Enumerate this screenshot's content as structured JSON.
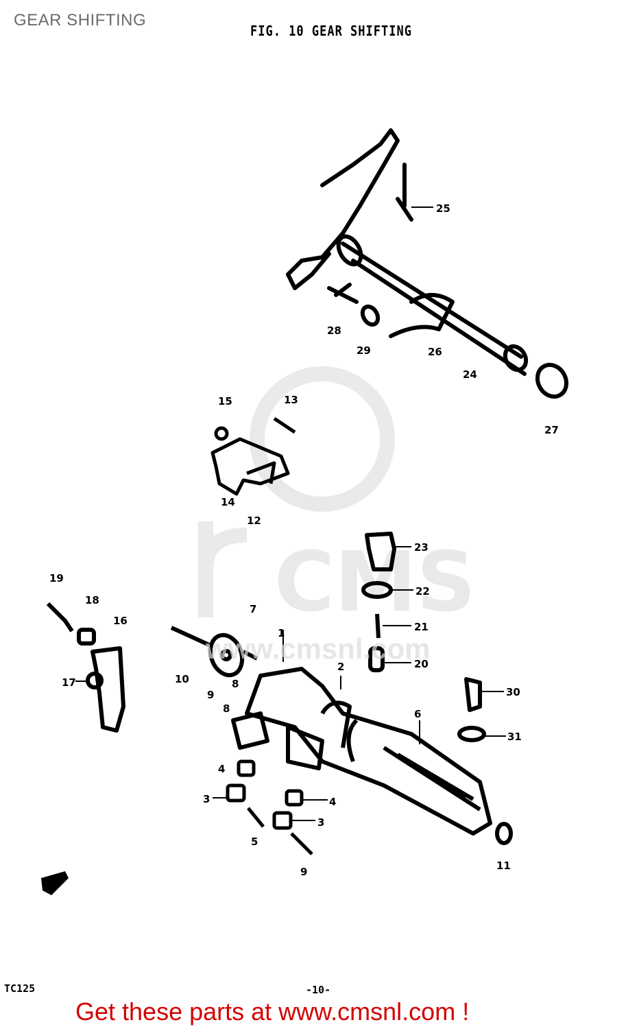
{
  "header": {
    "title": "GEAR SHIFTING"
  },
  "figure": {
    "caption": "FIG. 10  GEAR SHIFTING"
  },
  "watermark": {
    "logo_text": "CMS",
    "url": "www.cmsnl.com"
  },
  "part_labels": [
    "1",
    "2",
    "3",
    "3",
    "4",
    "4",
    "5",
    "6",
    "7",
    "8",
    "8",
    "9",
    "9",
    "10",
    "11",
    "12",
    "13",
    "14",
    "15",
    "16",
    "17",
    "18",
    "19",
    "20",
    "21",
    "22",
    "23",
    "24",
    "25",
    "26",
    "27",
    "28",
    "29",
    "30",
    "31"
  ],
  "footer": {
    "model_code": "TC125",
    "page_number": "-10-",
    "banner": "Get these parts at www.cmsnl.com !"
  },
  "colors": {
    "banner": "#d40000",
    "title": "#6b6b6b",
    "ink": "#000000"
  }
}
